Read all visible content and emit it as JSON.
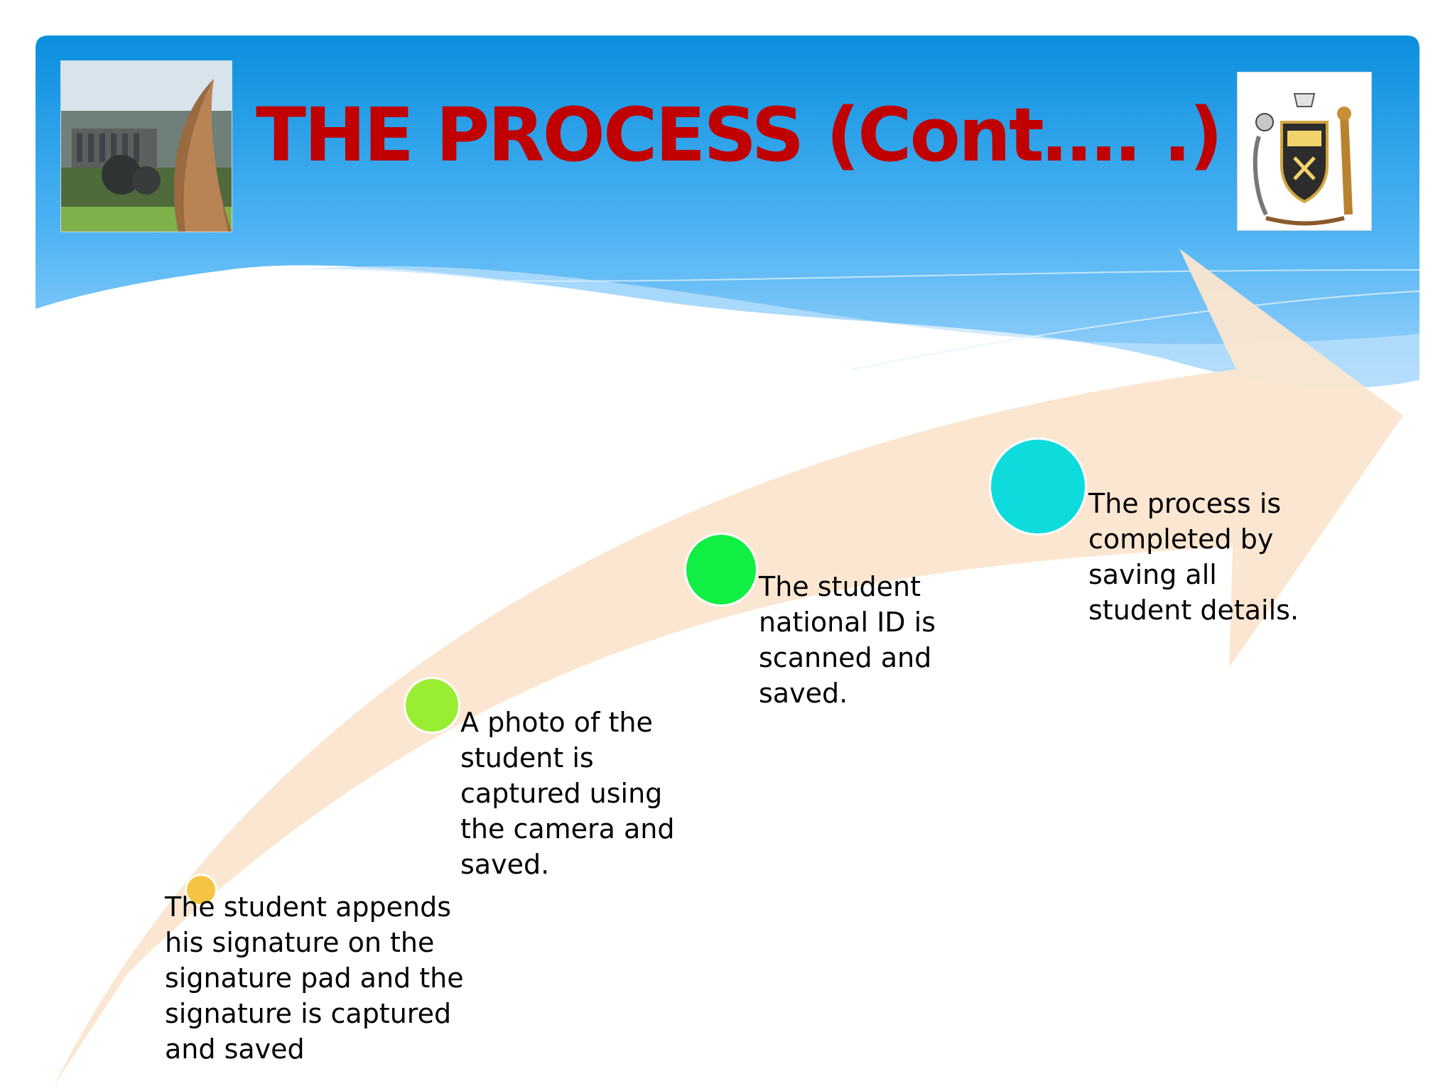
{
  "slide": {
    "title": "THE PROCESS (Cont…. .)",
    "colors": {
      "title": "#c00000",
      "header_blue": "#1f9be6",
      "arrow_fill": "#fbe6cf"
    },
    "images": [
      {
        "name": "campus-photo"
      },
      {
        "name": "university-crest"
      }
    ],
    "steps": [
      {
        "text": "The student appends his signature on the signature pad and the signature is captured and saved",
        "dot_color": "#f6c443"
      },
      {
        "text": "A photo of the student is captured using the camera and saved.",
        "dot_color": "#99ee33"
      },
      {
        "text": "The student national ID is scanned and saved.",
        "dot_color": "#11ee44"
      },
      {
        "text": "The process is completed by saving all student details.",
        "dot_color": "#0edcdc"
      }
    ]
  }
}
